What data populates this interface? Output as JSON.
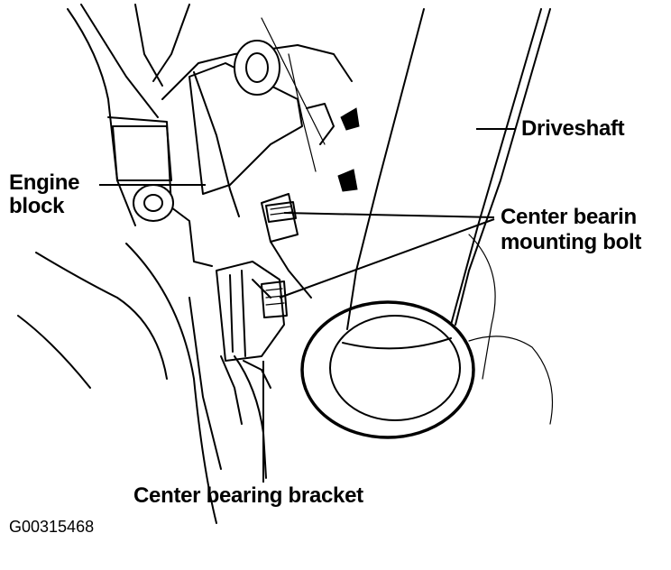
{
  "labels": {
    "driveshaft": "Driveshaft",
    "engine_block_line1": "Engine",
    "engine_block_line2": "block",
    "center_bearing_bolt_line1": "Center bearin",
    "center_bearing_bolt_line2": "mounting bolt",
    "center_bearing_bracket": "Center bearing bracket"
  },
  "figure_id": "G00315468"
}
